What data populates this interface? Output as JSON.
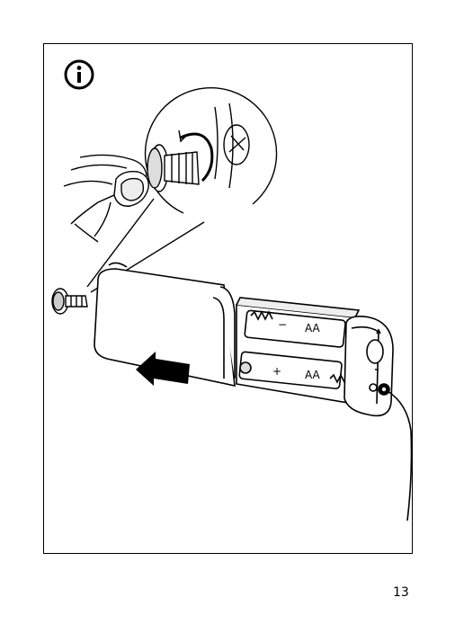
{
  "page": {
    "number": "13"
  },
  "icons": {
    "info": "info-circle-icon",
    "arrow": "push-arrow-icon"
  },
  "battery": {
    "top_label": "AA",
    "bottom_label": "AA",
    "minus_sign": "−",
    "plus_sign": "+"
  }
}
